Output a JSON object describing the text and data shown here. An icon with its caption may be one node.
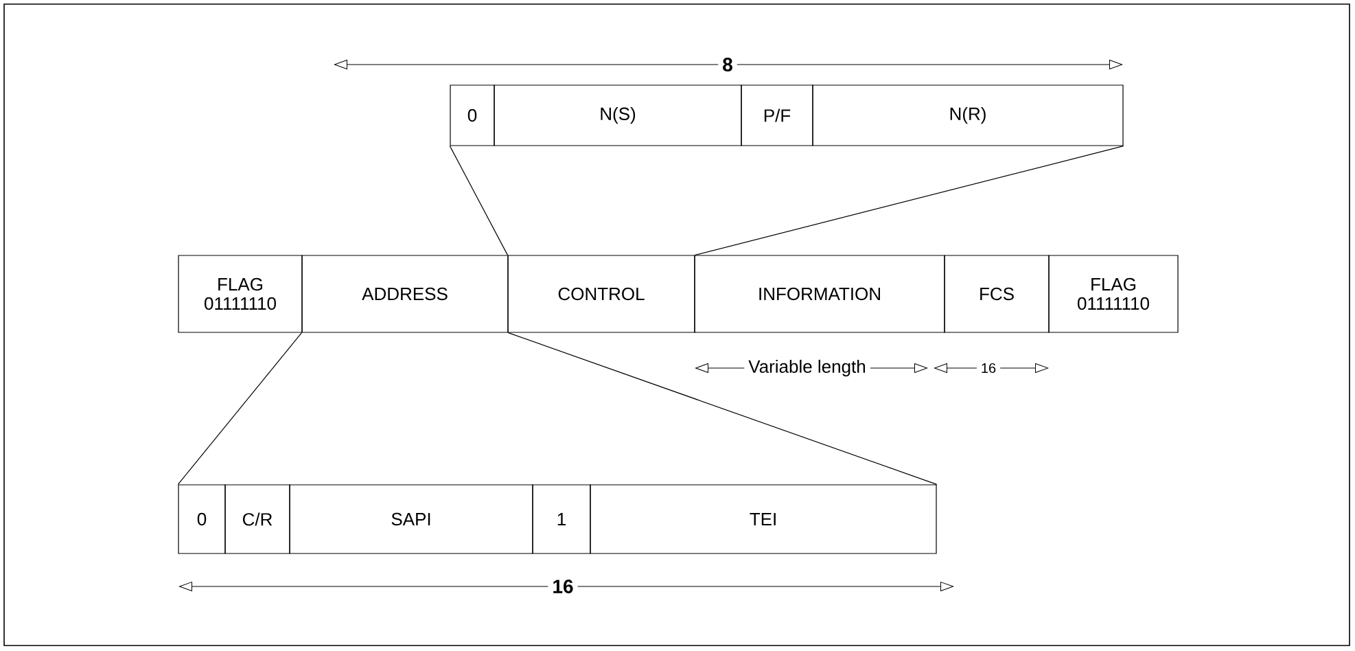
{
  "diagram": {
    "nodes": [
      {
        "text": [
          "0"
        ]
      },
      {
        "text": [
          "N(S)"
        ]
      },
      {
        "text": [
          "P/F"
        ]
      },
      {
        "text": [
          "N(R)"
        ]
      },
      {
        "text": [
          "FLAG",
          "01111110"
        ]
      },
      {
        "text": [
          "ADDRESS"
        ]
      },
      {
        "text": [
          "CONTROL"
        ]
      },
      {
        "text": [
          "INFORMATION"
        ]
      },
      {
        "text": [
          "FCS"
        ]
      },
      {
        "text": [
          "FLAG",
          "01111110"
        ]
      },
      {
        "text": [
          "0"
        ]
      },
      {
        "text": [
          "C/R"
        ]
      },
      {
        "text": [
          "SAPI"
        ]
      },
      {
        "text": [
          "1"
        ]
      },
      {
        "text": [
          "TEI"
        ]
      }
    ],
    "edges": [
      {
        "from": 6,
        "to": 0,
        "arrow": "none"
      },
      {
        "from": 6,
        "to": 3,
        "arrow": "none"
      },
      {
        "from": 5,
        "to": 10,
        "arrow": "none"
      },
      {
        "from": 5,
        "to": 14,
        "arrow": "none"
      }
    ],
    "labels": [
      "8",
      "Variable length",
      "16",
      "16"
    ]
  }
}
